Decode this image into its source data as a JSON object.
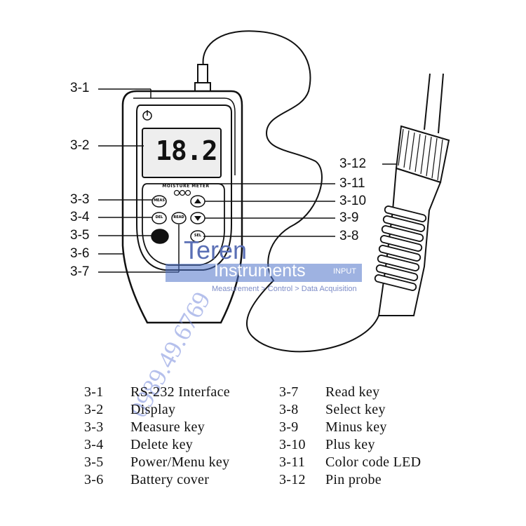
{
  "display_reading": "18.2",
  "device_label": "MOISTURE METER",
  "keys": {
    "measure": "MEAS",
    "delete": "DEL",
    "read": "READ",
    "select": "SEL"
  },
  "callouts": [
    "3-1",
    "3-2",
    "3-3",
    "3-4",
    "3-5",
    "3-6",
    "3-7",
    "3-8",
    "3-9",
    "3-10",
    "3-11",
    "3-12"
  ],
  "legend_left": [
    {
      "code": "3-1",
      "label": "RS-232 Interface"
    },
    {
      "code": "3-2",
      "label": "Display"
    },
    {
      "code": "3-3",
      "label": "Measure key"
    },
    {
      "code": "3-4",
      "label": "Delete key"
    },
    {
      "code": "3-5",
      "label": "Power/Menu key"
    },
    {
      "code": "3-6",
      "label": "Battery cover"
    }
  ],
  "legend_right": [
    {
      "code": "3-7",
      "label": "Read key"
    },
    {
      "code": "3-8",
      "label": "Select key"
    },
    {
      "code": "3-9",
      "label": "Minus key"
    },
    {
      "code": "3-10",
      "label": "Plus key"
    },
    {
      "code": "3-11",
      "label": "Color code LED"
    },
    {
      "code": "3-12",
      "label": "Pin probe"
    }
  ],
  "watermark": {
    "brand_top": "Teren",
    "brand_bottom": "Instruments",
    "brand_tag": "INPUT",
    "tagline": "Measurement > Control > Data Acquisition",
    "phone": "0989.49.6769"
  },
  "colors": {
    "ink": "#111111",
    "watermark": "#5a6fb5",
    "watermark_band": "#4f73c9"
  }
}
